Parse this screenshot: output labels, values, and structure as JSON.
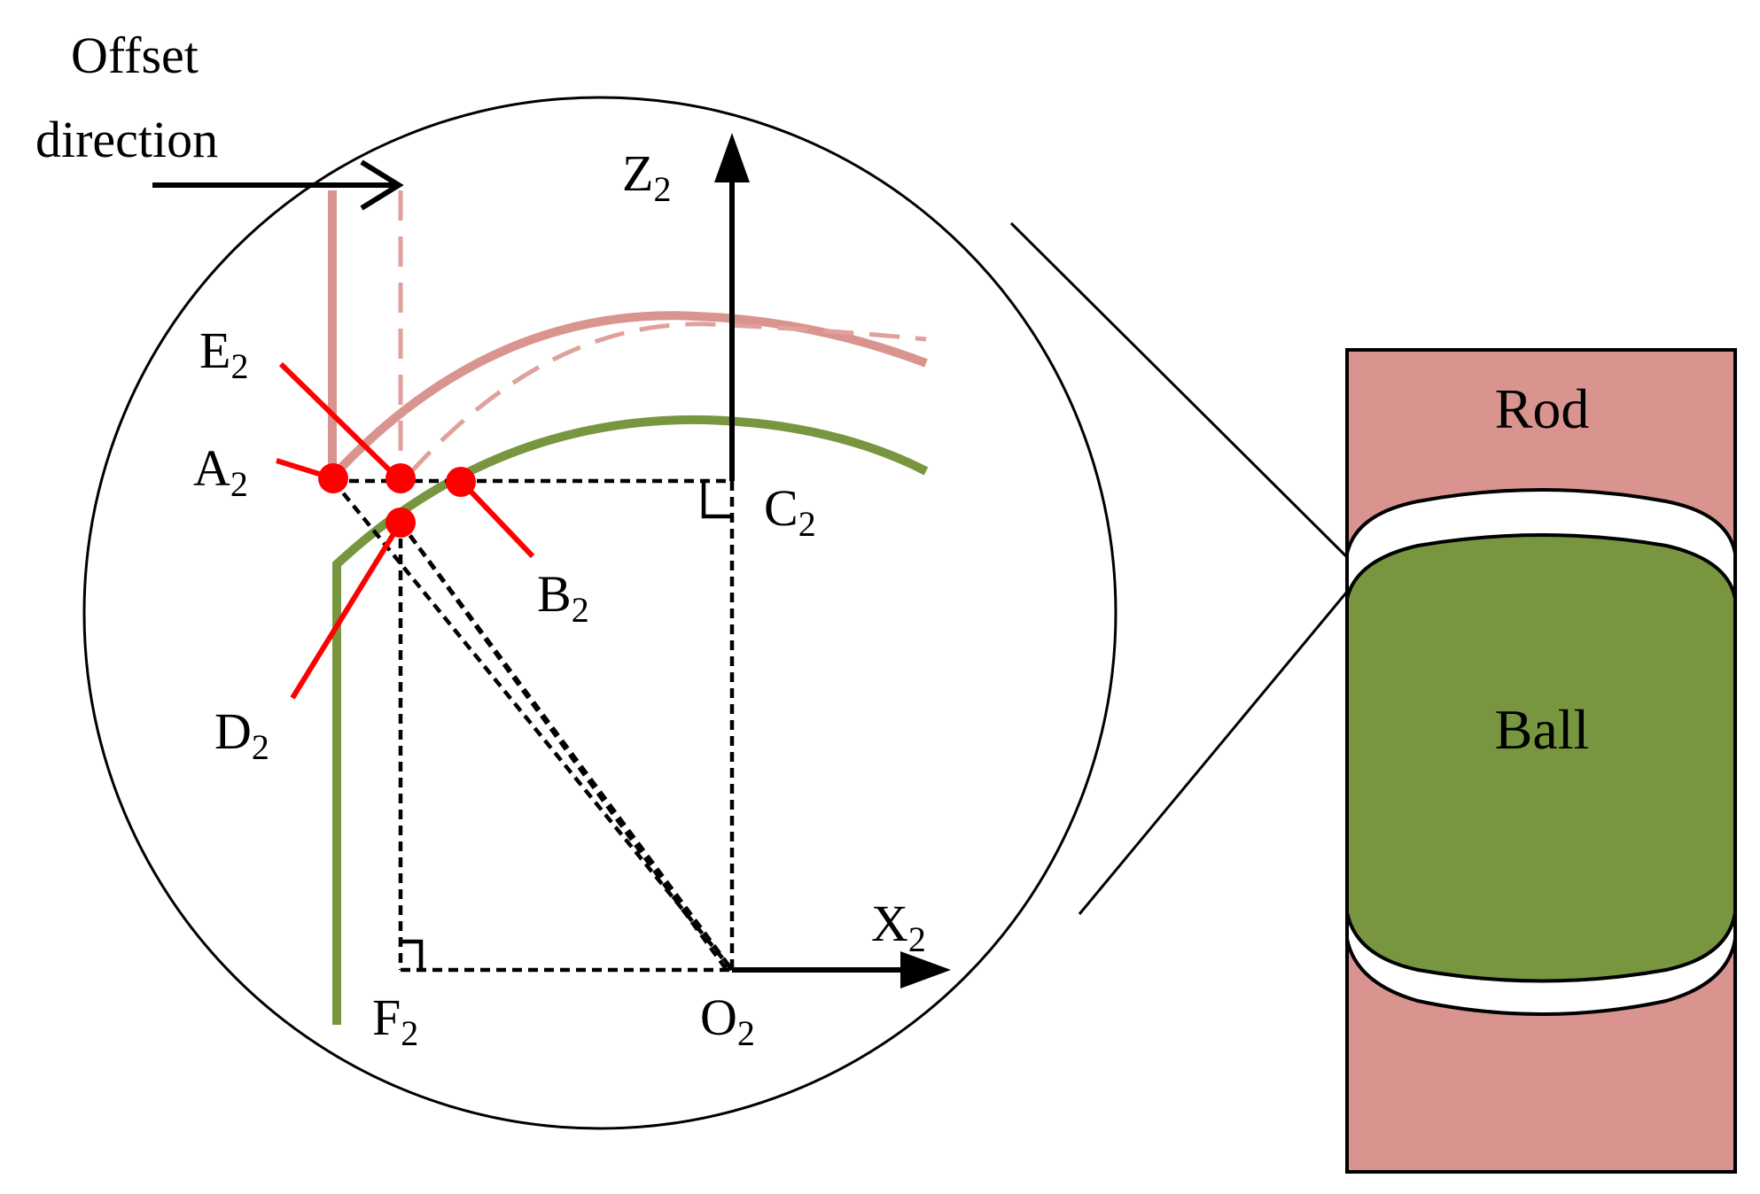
{
  "offset_label": {
    "line1": "Offset",
    "line2": "direction"
  },
  "axes": {
    "z": {
      "letter": "Z",
      "sub": "2"
    },
    "x": {
      "letter": "X",
      "sub": "2"
    }
  },
  "points": {
    "A": {
      "letter": "A",
      "sub": "2"
    },
    "B": {
      "letter": "B",
      "sub": "2"
    },
    "C": {
      "letter": "C",
      "sub": "2"
    },
    "D": {
      "letter": "D",
      "sub": "2"
    },
    "E": {
      "letter": "E",
      "sub": "2"
    },
    "F": {
      "letter": "F",
      "sub": "2"
    },
    "O": {
      "letter": "O",
      "sub": "2"
    }
  },
  "inset": {
    "rod_label": "Rod",
    "ball_label": "Ball"
  },
  "colors": {
    "rod": "#d9948f",
    "rod_light": "#e0a09c",
    "ball": "#77963f",
    "ball_edge": "#6e8c3b",
    "point": "#ff0000",
    "line": "#000000"
  }
}
